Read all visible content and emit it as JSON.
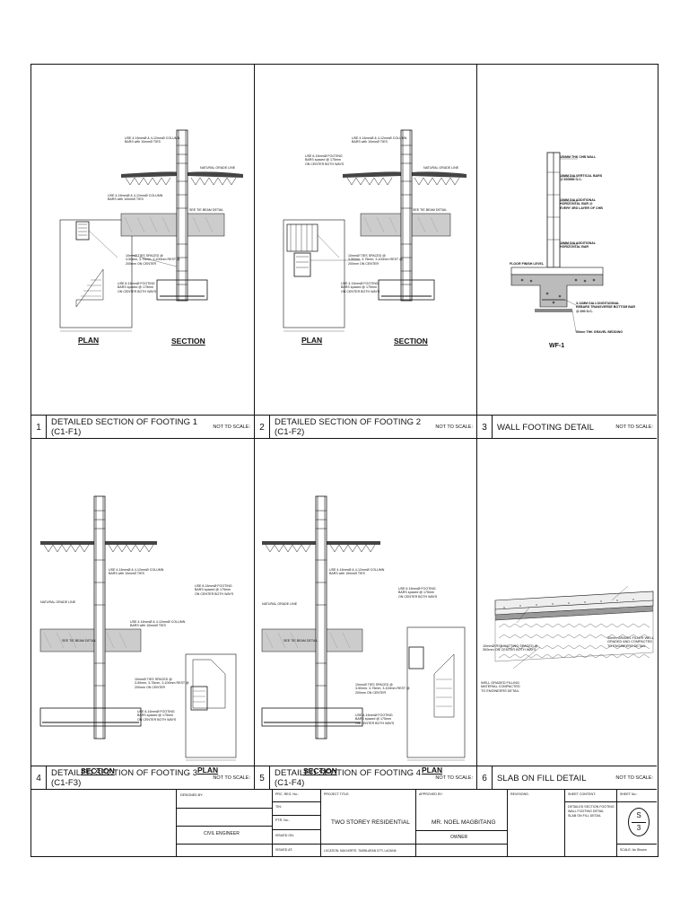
{
  "panels": [
    {
      "num": "1",
      "title": "DETAILED SECTION OF FOOTING 1 (C1-F1)",
      "nts": "NOT TO SCALE:",
      "plan": "PLAN",
      "section": "SECTION",
      "notes": {
        "a": "USE 4-16mmØ & 4-12mmØ COLUMN\nBARS with 10mmØ TIES",
        "b": "NATURAL GRADE LINE",
        "c": "USE 4-16mmØ & 4-12mmØ COLUMN\nBARS with 10mmØ TIES",
        "d": "SEE TIE BEAM DETAIL",
        "e": "10mmØ TIES SPACED @\n3-50mm, 3-75mm, 3-100mm REST @\n200mm ON CENTER",
        "f": "USE 8-16mmØ FOOTING\nBARS spaced @ 175mm\nON CENTER BOTH WAYS"
      }
    },
    {
      "num": "2",
      "title": "DETAILED SECTION OF FOOTING 2 (C1-F2)",
      "nts": "NOT TO SCALE:",
      "plan": "PLAN",
      "section": "SECTION",
      "notes": {
        "a": "USE 4-16mmØ & 4-12mmØ COLUMN\nBARS with 10mmØ TIES",
        "b": "NATURAL GRADE LINE",
        "c": "USE 6-16mmØ FOOTING\nBARS spaced @ 175mm\nON CENTER BOTH WAYS",
        "d": "SEE TIE BEAM DETAIL",
        "e": "10mmØ TIES SPACED @\n3-50mm, 3-75mm, 3-100mm REST @\n200mm ON CENTER",
        "f": "USE 4-16mmØ FOOTING\nBARS spaced @ 175mm\nON CENTER BOTH WAYS"
      }
    },
    {
      "num": "3",
      "title": "WALL FOOTING DETAIL",
      "nts": "NOT TO SCALE:",
      "label": "WF-1",
      "notes": {
        "a": "150MM THK CHB WALL",
        "b": "10MM DIA VERTICAL BARS\n@ 600MM O.C.",
        "c": "10MM DIA ADDITIONAL\nHORIZONTAL BAR @\nEVERY 3RD LAYER OF CHB",
        "d": "10MM DIA ADDITIONAL\nHORIZONTAL BAR",
        "e": "FLOOR FINISH LEVEL",
        "f": "3-12MM DIA LONGITUDINAL\nREBARS TRANSVERSE BOTTOM BAR\n@ 200 O.C.",
        "g": "50mm THK GRAVEL BEDDING"
      }
    },
    {
      "num": "4",
      "title": "DETAILED SECTION OF FOOTING 3 (C1-F3)",
      "nts": "NOT TO SCALE:",
      "plan": "PLAN",
      "section": "SECTION",
      "notes": {
        "a": "USE 4-16mmØ & 4-12mmØ COLUMN\nBARS with 10mmØ TIES",
        "b": "NATURAL GRADE LINE",
        "c": "USE 4-16mmØ & 4-12mmØ COLUMN\nBARS with 10mmØ TIES",
        "d": "SEE TIE BEAM DETAIL",
        "e": "10mmØ TIES SPACED @\n3-50mm, 3-75mm, 3-100mm REST @\n200mm ON CENTER",
        "f": "USE 8-16mmØ FOOTING\nBARS spaced @ 175mm\nON CENTER BOTH WAYS",
        "g": "USE 8-16mmØ FOOTING\nBARS spaced @ 175mm\nON CENTER BOTH WAYS"
      }
    },
    {
      "num": "5",
      "title": "DETAILED SECTION OF FOOTING 4 (C1-F4)",
      "nts": "NOT TO SCALE:",
      "plan": "PLAN",
      "section": "SECTION",
      "notes": {
        "a": "USE 4-16mmØ & 4-12mmØ COLUMN\nBARS with 10mmØ TIES",
        "b": "NATURAL GRADE LINE",
        "c": "USE 6-16mmØ FOOTING\nBARS spaced @ 175mm\nON CENTER BOTH WAYS",
        "d": "SEE TIE BEAM DETAIL",
        "e": "10mmØ TIES SPACED @\n3-50mm, 3-75mm, 3-100mm REST @\n200mm ON CENTER",
        "f": "USE 4-16mmØ FOOTING\nBARS spaced @ 175mm\nON CENTER BOTH WAYS"
      }
    },
    {
      "num": "6",
      "title": "SLAB ON FILL DETAIL",
      "nts": "NOT TO SCALE:",
      "notes": {
        "a": "10mmØ RSB MATTING SPACED @\n300mm ON CENTER BOTH WAYS",
        "b": "50mm GRAVEL FILLER WELL\nGRADED AND COMPACTED\nTO ENGINEERS DETAIL",
        "c": "WELL GRADED FILLING\nMATERIAL COMPACTED\nTO ENGINEERS DETAIL"
      }
    }
  ],
  "titleblock": {
    "designed_by": "DESIGNED BY:",
    "civil_engineer": "CIVIL ENGINEER",
    "prc_reg": "PRC. REG. No.:",
    "tin": "TIN:",
    "ptr": "PTR. No.:",
    "issued_on": "ISSUED ON:",
    "issued_at": "ISSUED AT:",
    "project_title_h": "PROJECT TITLE:",
    "project_title": "TWO STOREY RESIDENTIAL",
    "location": "LOCATION:  SAN NORTE, TAGBILARAN CITY, LAGUNA",
    "approved_by": "APPROVED BY:",
    "owner_name": "MR. NOEL MAGBITANG",
    "owner": "OWNER",
    "revisions": "REVISIONS:",
    "sheet_content_h": "SHEET CONTENT:",
    "sheet_content": "DETAILED SECTION FOOTING\nWALL FOOTING DETAIL\nSLAB ON FILL DETAIL",
    "sheet_no_h": "SHEET No.:",
    "sheet_letter": "S",
    "sheet_num": "3",
    "scale": "SCALE: As Shown"
  }
}
